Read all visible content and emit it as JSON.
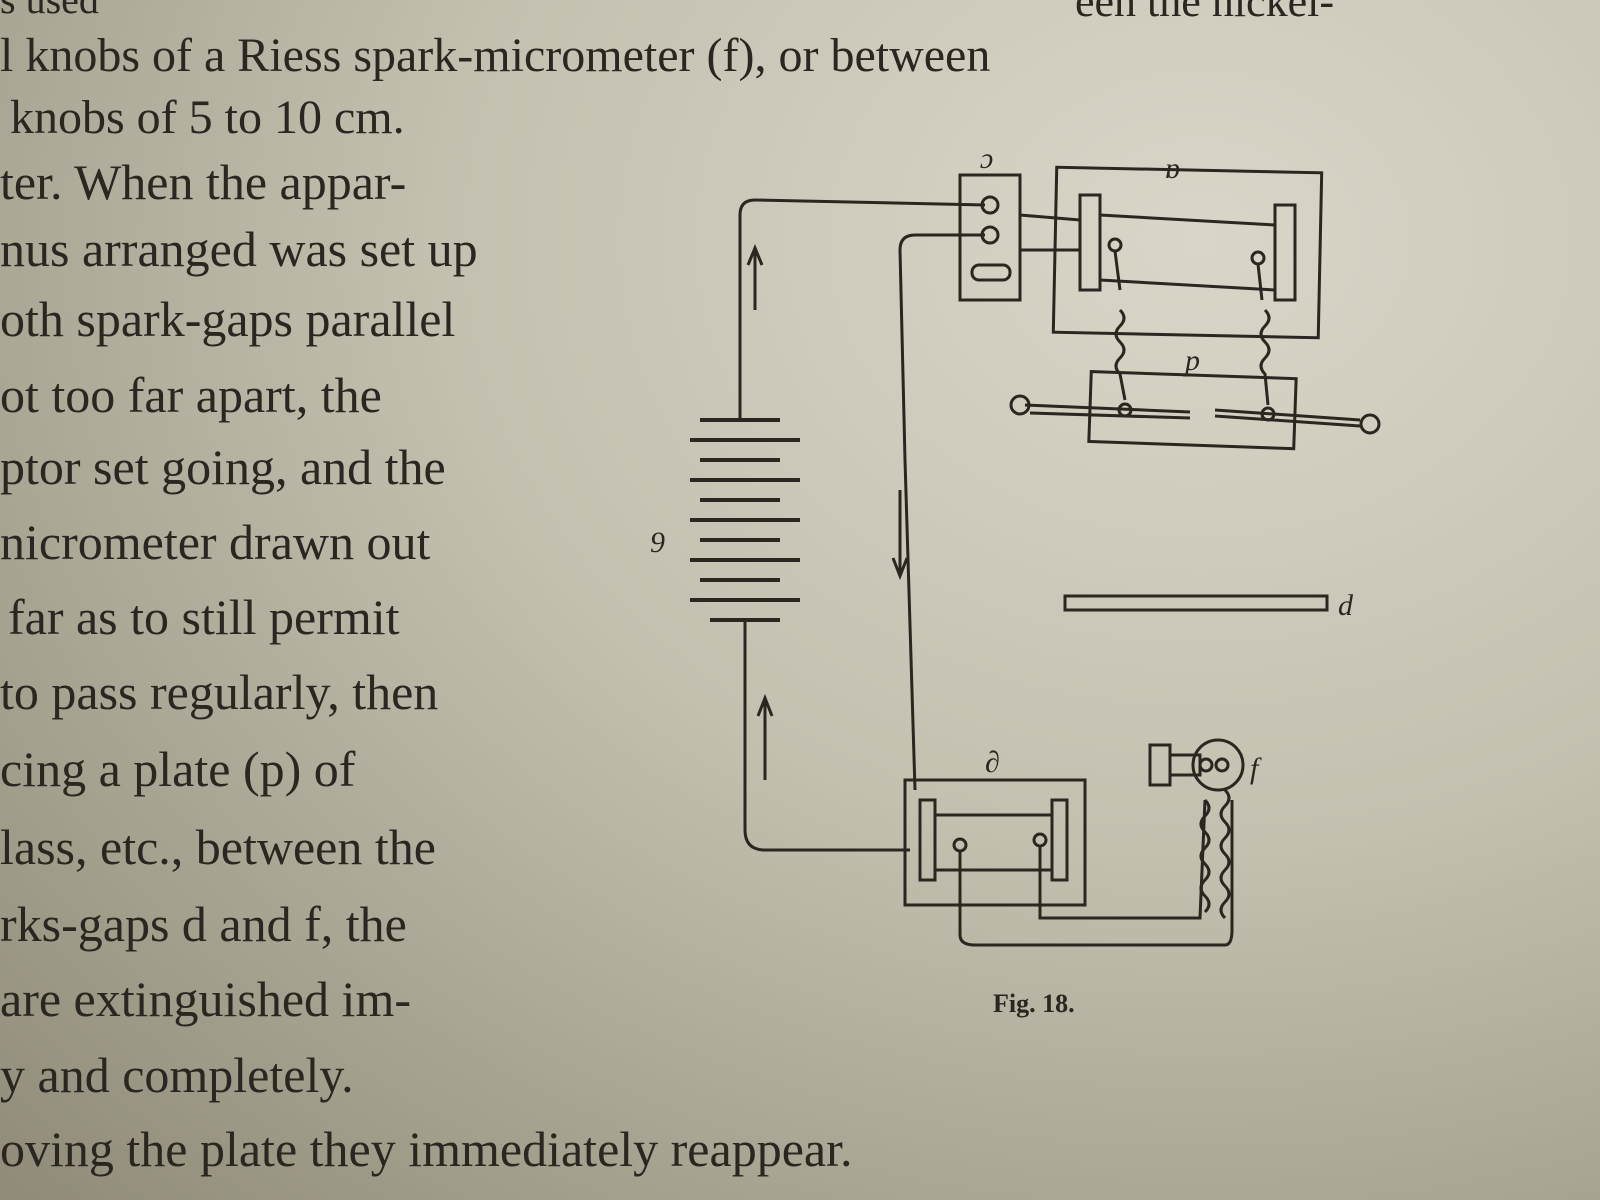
{
  "text_lines": [
    "s used",
    "een the nickel-",
    "l knobs of a Riess spark-micrometer (f), or between",
    "knobs of 5 to 10 cm.",
    "ter. When the appar-",
    "nus arranged was set up",
    "oth spark-gaps parallel",
    "ot too far apart, the",
    "ptor set going, and the",
    "nicrometer drawn out",
    "far as to still permit",
    "to pass regularly, then",
    "cing a plate (p) of",
    "lass, etc., between the",
    "rks-gaps d and f, the",
    "are extinguished im-",
    "y and completely.",
    "oving the plate they immediately reappear."
  ],
  "figure": {
    "caption": "Fig. 18.",
    "labels": {
      "top_small": "ɔ",
      "top_large": "ɒ",
      "plate": "p",
      "battery": "9",
      "rod": "d",
      "bottom_box": "∂",
      "micrometer": "f"
    }
  }
}
